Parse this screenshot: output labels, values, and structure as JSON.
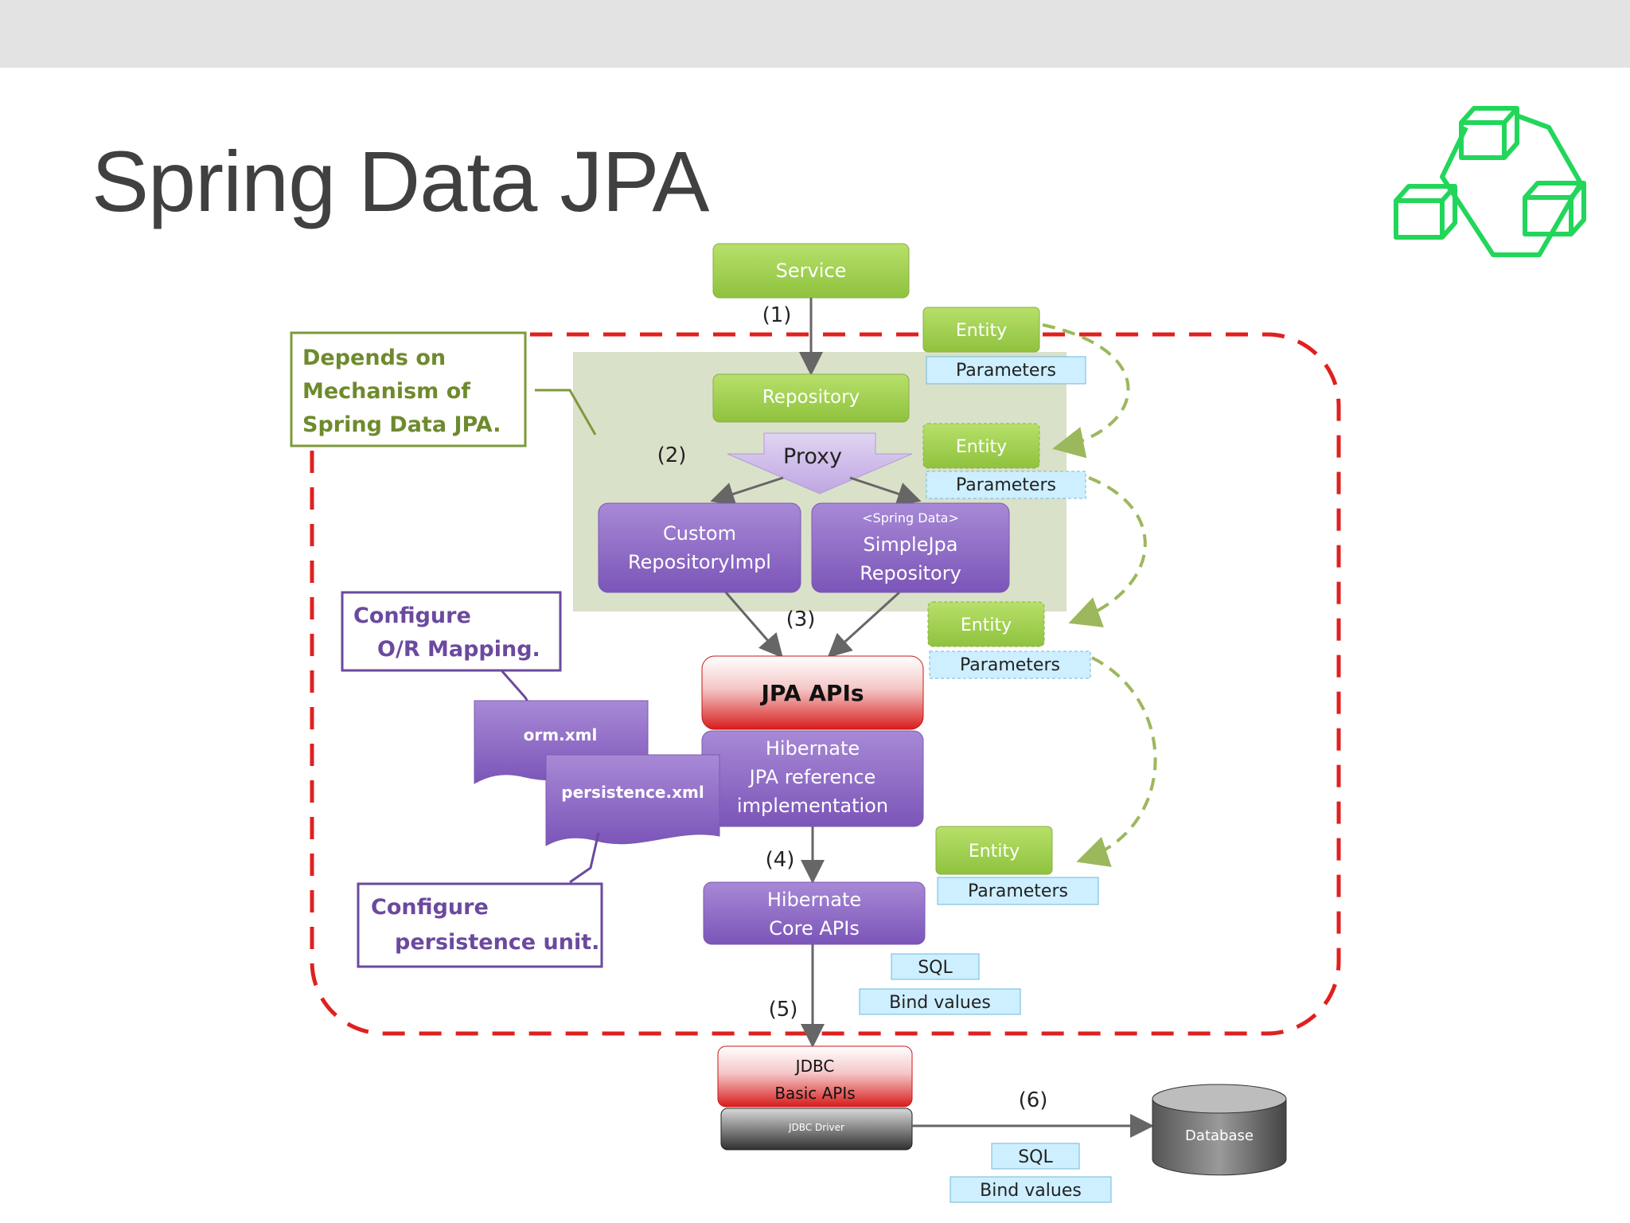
{
  "slide": {
    "title": "Spring Data JPA",
    "logo_icon": "connected-cubes-icon",
    "accent_color": "#22d65a"
  },
  "diagram": {
    "nodes": {
      "service": "Service",
      "repository": "Repository",
      "proxy": "Proxy",
      "custom_repo_line1": "Custom",
      "custom_repo_line2": "RepositoryImpl",
      "simplejpa_line0": "<Spring Data>",
      "simplejpa_line1": "SimpleJpa",
      "simplejpa_line2": "Repository",
      "jpa_apis": "JPA APIs",
      "hibernate_jpa_line1": "Hibernate",
      "hibernate_jpa_line2": "JPA reference",
      "hibernate_jpa_line3": "implementation",
      "hibernate_core_line1": "Hibernate",
      "hibernate_core_line2": "Core APIs",
      "jdbc_line1": "JDBC",
      "jdbc_line2": "Basic APIs",
      "jdbc_driver": "JDBC Driver",
      "database": "Database",
      "orm_xml": "orm.xml",
      "persistence_xml": "persistence.xml"
    },
    "notes": {
      "depends_line1": "Depends on",
      "depends_line2": "Mechanism of",
      "depends_line3": "Spring Data JPA.",
      "orm_line1": "Configure",
      "orm_line2": "O/R Mapping.",
      "pu_line1": "Configure",
      "pu_line2": "persistence unit."
    },
    "steps": {
      "s1": "(1)",
      "s2": "(2)",
      "s3": "(3)",
      "s4": "(4)",
      "s5": "(5)",
      "s6": "(6)"
    },
    "entity_label": "Entity",
    "parameters_label": "Parameters",
    "sql_label": "SQL",
    "bind_values_label": "Bind values",
    "colors": {
      "green": "#9ccc4a",
      "purple": "#8e67c2",
      "red": "#e02020",
      "light_blue": "#cdefff",
      "note_green": "#6e8a2e",
      "note_purple": "#6a4a9e"
    }
  }
}
